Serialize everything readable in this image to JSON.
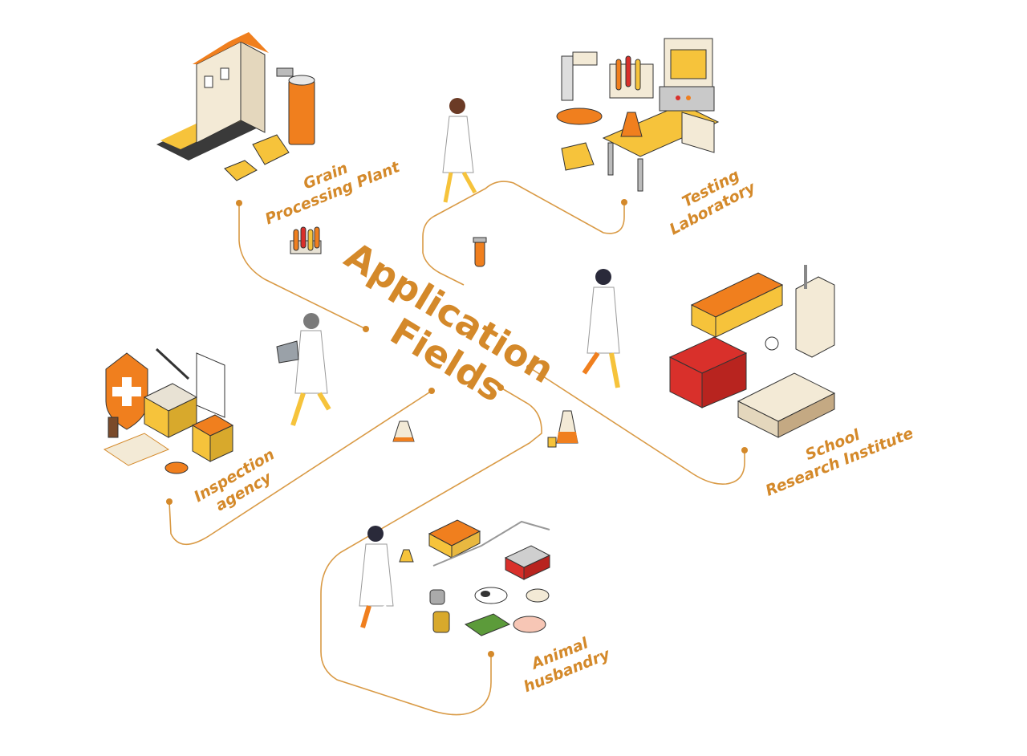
{
  "center": {
    "line1": "Application",
    "line2": "Fields"
  },
  "fields": [
    {
      "line1": "Grain",
      "line2": "Processing Plant"
    },
    {
      "line1": "Testing",
      "line2": "Laboratory"
    },
    {
      "line1": "School",
      "line2": "Research Institute"
    },
    {
      "line1": "Inspection",
      "line2": "agency"
    },
    {
      "line1": "Animal",
      "line2": "husbandry"
    }
  ],
  "colors": {
    "accent": "#d4892a",
    "orange": "#f07f1e",
    "yellow": "#f6c33b",
    "red": "#d9302b",
    "cream": "#f3ead6"
  },
  "icons": [
    "grain-plant-icon",
    "laboratory-icon",
    "school-buildings-icon",
    "inspection-icon",
    "farm-icon",
    "scientist-icon",
    "test-tube-icon",
    "flask-icon"
  ]
}
